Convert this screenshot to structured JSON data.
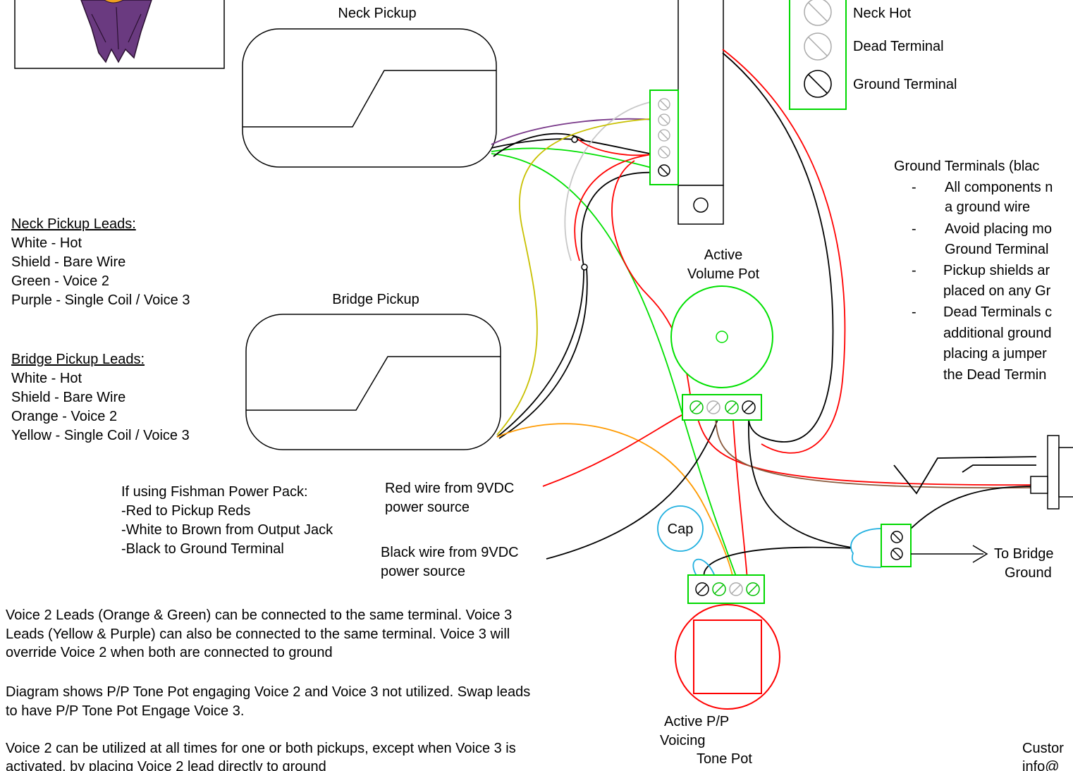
{
  "legend": {
    "items": [
      "Neck Hot",
      "Dead Terminal",
      "Ground Terminal"
    ]
  },
  "pickups": {
    "neck_label": "Neck Pickup",
    "bridge_label": "Bridge Pickup"
  },
  "neck_leads": {
    "heading": "Neck Pickup Leads:",
    "lines": [
      "White - Hot",
      "Shield - Bare Wire",
      "Green - Voice 2",
      "Purple - Single Coil / Voice 3"
    ]
  },
  "bridge_leads": {
    "heading": "Bridge Pickup Leads:",
    "lines": [
      "White - Hot",
      "Shield - Bare Wire",
      "Orange - Voice 2",
      "Yellow - Single Coil / Voice 3"
    ]
  },
  "volume_pot": {
    "line1": "Active",
    "line2": "Volume Pot"
  },
  "tone_pot": {
    "line1": "Active P/P",
    "line2": "Voicing",
    "line3": "Tone Pot"
  },
  "cap_label": "Cap",
  "bridge_ground": {
    "line1": "To Bridge",
    "line2": "Ground"
  },
  "power": {
    "red_line1": "Red wire from 9VDC",
    "red_line2": "power source",
    "black_line1": "Black wire from 9VDC",
    "black_line2": "power source"
  },
  "fishman": {
    "lines": [
      "If using Fishman Power Pack:",
      "-Red to Pickup Reds",
      "-White to Brown from Output Jack",
      "-Black to Ground Terminal"
    ]
  },
  "ground_notes": {
    "heading": "Ground Terminals (blac",
    "bullets": [
      [
        "All components n",
        "a ground wire"
      ],
      [
        "Avoid placing mo",
        "Ground Terminal"
      ],
      [
        "Pickup shields ar",
        "placed on any Gr"
      ],
      [
        "Dead Terminals c",
        "additional ground",
        "placing a jumper",
        "the Dead Termin"
      ]
    ],
    "dash": "-"
  },
  "notes": {
    "p1": [
      "Voice 2 Leads (Orange & Green) can be connected to the same terminal.  Voice 3",
      "Leads (Yellow & Purple) can also be connected to the same terminal.  Voice 3 will",
      "override Voice 2 when both are connected to ground"
    ],
    "p2": [
      "Diagram shows P/P Tone Pot engaging Voice 2 and Voice 3 not utilized.  Swap leads",
      "to have P/P Tone Pot Engage Voice 3."
    ],
    "p3": [
      "Voice 2 can be utilized at all times for one or both pickups, except when Voice 3 is",
      "activated, by placing Voice 2 lead directly to ground"
    ]
  },
  "contact": {
    "line1": "Custor",
    "line2": "info@"
  },
  "colors": {
    "terminal_green": "#00d800",
    "wire_red": "#ff0000",
    "wire_green": "#00e000",
    "wire_purple": "#7a3a8a",
    "wire_yellow": "#c8c000",
    "wire_white": "#c8c8c8",
    "wire_orange": "#ff9a00",
    "wire_brown": "#8b5a3c",
    "wire_blue": "#20b0e0",
    "logo_purple": "#6a3a80"
  }
}
